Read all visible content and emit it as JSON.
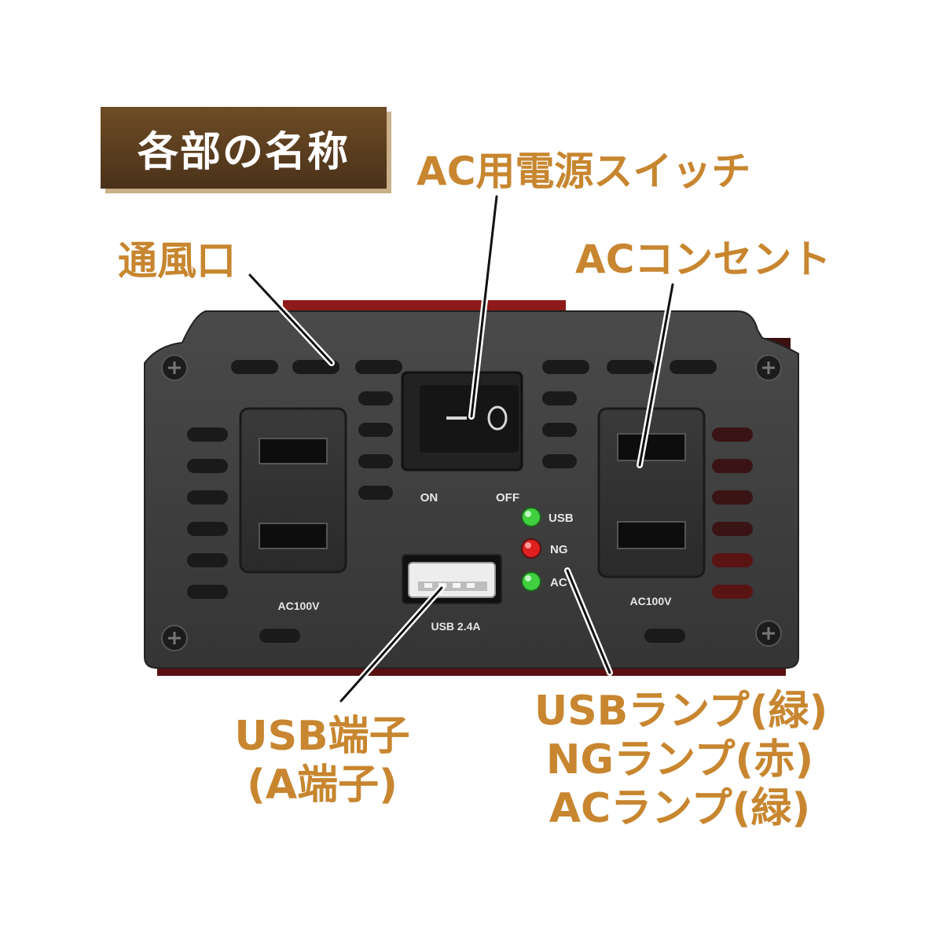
{
  "title": "各部の名称",
  "labels": {
    "vent": "通風口",
    "ac_switch": "AC用電源スイッチ",
    "ac_outlet": "ACコンセント",
    "usb_port": [
      "USB端子",
      "(A端子)"
    ],
    "lamps": [
      "USBランプ(緑)",
      "NGランプ(赤)",
      "ACランプ(緑)"
    ]
  },
  "device": {
    "switch_on": "ON",
    "switch_off": "OFF",
    "outlet_left_rating": "AC100V",
    "outlet_right_rating": "AC100V",
    "usb_rating": "USB 2.4A",
    "led_usb": "USB",
    "led_ng": "NG",
    "led_ac": "AC",
    "switch_symbol_on": "—",
    "switch_symbol_off": "O"
  },
  "colors": {
    "title_bg": "#5a3d1f",
    "label_text": "#c7862f",
    "panel": "#3e3e3e",
    "housing_red": "#b01e1e",
    "led_green": "#3fcf3f",
    "led_red": "#e02020"
  }
}
